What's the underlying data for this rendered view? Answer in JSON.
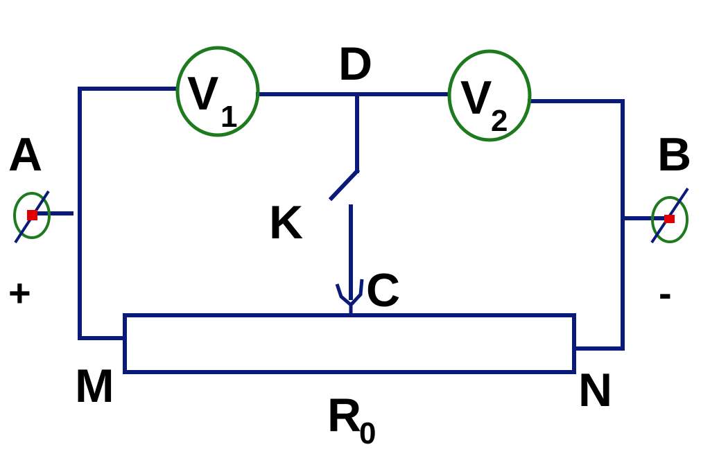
{
  "colors": {
    "wire": "#0a1a7a",
    "meter_ring": "#1e7a1e",
    "terminal_dot": "#e00000",
    "text": "#000000"
  },
  "labels": {
    "terminal_a": "A",
    "terminal_b": "B",
    "node_d": "D",
    "switch_k": "K",
    "slider_c": "C",
    "end_m": "M",
    "end_n": "N",
    "plus": "+",
    "minus": "-"
  },
  "voltmeter_1": {
    "letter": "V",
    "index": "1"
  },
  "voltmeter_2": {
    "letter": "V",
    "index": "2"
  },
  "resistor": {
    "letter": "R",
    "index": "0"
  },
  "icons": [
    "voltmeter-icon",
    "switch-icon",
    "slider-contact-icon",
    "terminal-icon",
    "resistor-icon"
  ]
}
